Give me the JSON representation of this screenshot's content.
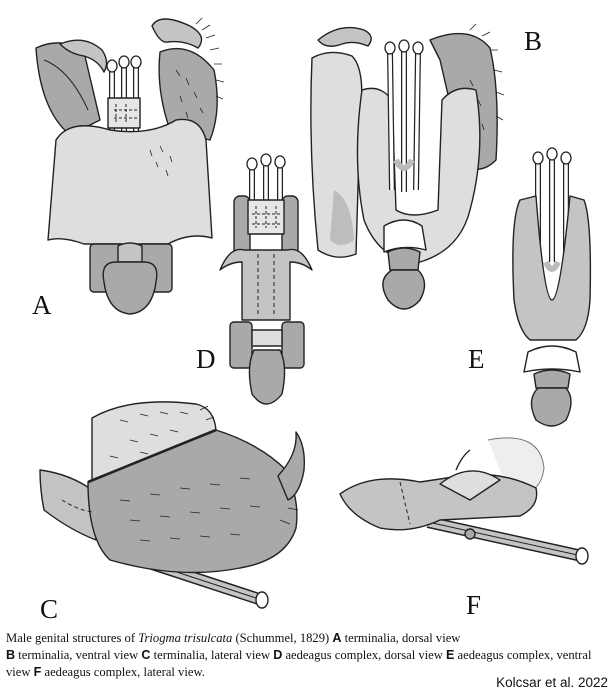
{
  "panels": {
    "a": "A",
    "b": "B",
    "c": "C",
    "d": "D",
    "e": "E",
    "f": "F"
  },
  "caption": {
    "intro": "Male genital structures of ",
    "species": "Triogma trisulcata",
    "authority": " (Schummel, 1829) ",
    "items": [
      {
        "letter": "A",
        "text": " terminalia, dorsal view "
      },
      {
        "letter": "B",
        "text": " terminalia, ventral view "
      },
      {
        "letter": "C",
        "text": " terminalia, lateral view "
      },
      {
        "letter": "D",
        "text": " aedeagus complex, dorsal view "
      },
      {
        "letter": "E",
        "text": " aedeagus complex, ventral view "
      },
      {
        "letter": "F",
        "text": " aedeagus complex, lateral view."
      }
    ]
  },
  "credit": "Kolcsar et al. 2022",
  "colors": {
    "dark_fill": "#a9a9a9",
    "mid_fill": "#c4c4c4",
    "light_fill": "#dedede",
    "stroke": "#222222"
  }
}
